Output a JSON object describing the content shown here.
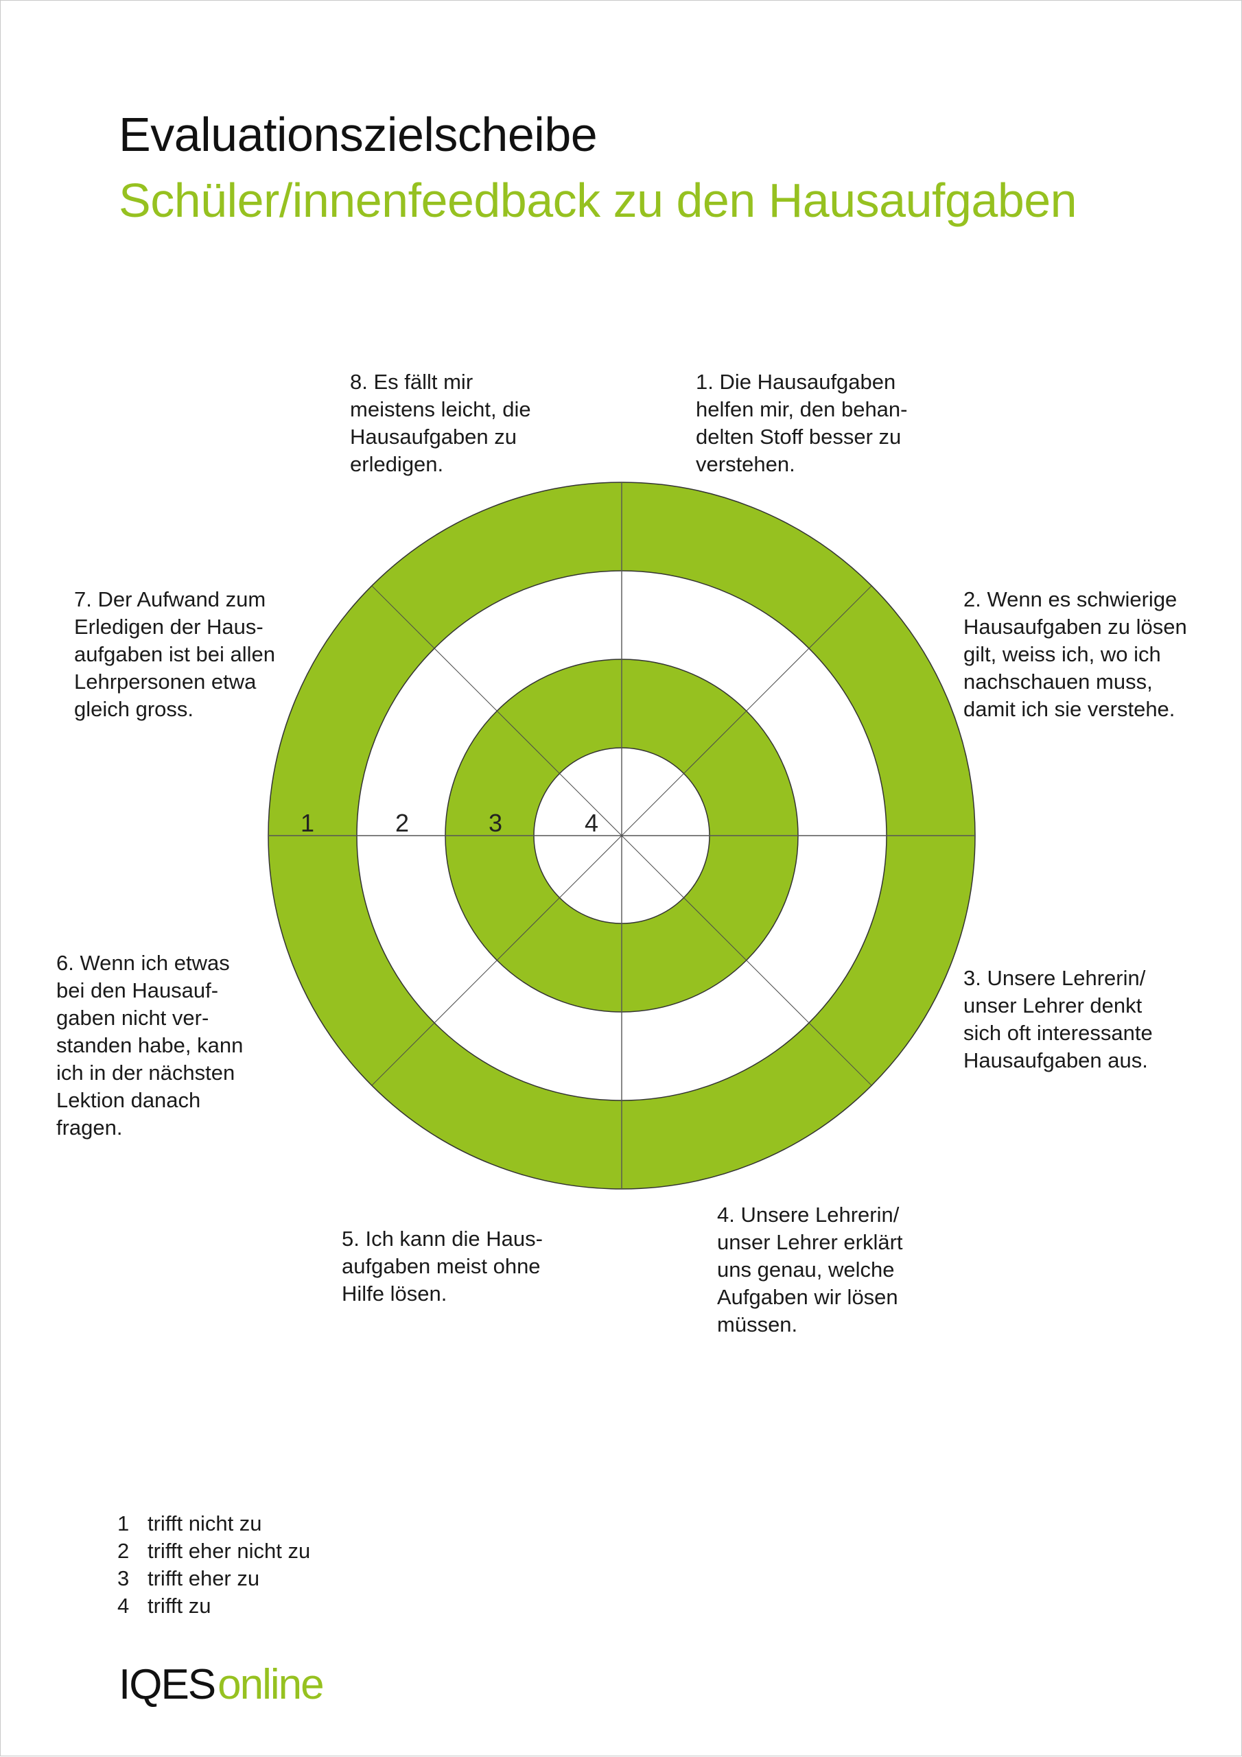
{
  "header": {
    "title": "Evaluationszielscheibe",
    "subtitle": "Schüler/innenfeedback zu den Hausaufgaben"
  },
  "statements": [
    "1. Die Hausaufgaben\nhelfen mir, den behan-\ndelten Stoff besser zu\nverstehen.",
    "2. Wenn es schwierige\nHausaufgaben zu lösen\ngilt, weiss ich, wo ich\nnachschauen muss,\ndamit ich sie verstehe.",
    "3. Unsere Lehrerin/\nunser Lehrer denkt\nsich oft interessante\nHausaufgaben aus.",
    "4. Unsere Lehrerin/\nunser Lehrer erklärt\nuns genau, welche\nAufgaben wir lösen\nmüssen.",
    "5. Ich kann die Haus-\naufgaben meist ohne\nHilfe lösen.",
    "6. Wenn ich etwas\nbei den Hausauf-\ngaben nicht ver-\nstanden habe, kann\nich in der nächsten\nLektion danach\nfragen.",
    "7. Der Aufwand zum\nErledigen der Haus-\naufgaben ist bei allen\nLehrpersonen etwa\ngleich gross.",
    "8. Es fällt mir\nmeistens leicht, die\nHausaufgaben zu\nerledigen."
  ],
  "target": {
    "scale_labels": [
      "1",
      "2",
      "3",
      "4"
    ],
    "ring_colors": [
      "#96c120",
      "#ffffff",
      "#96c120",
      "#ffffff"
    ],
    "segments": 8
  },
  "legend": [
    {
      "num": "1",
      "label": "trifft nicht zu"
    },
    {
      "num": "2",
      "label": "trifft eher nicht zu"
    },
    {
      "num": "3",
      "label": "trifft eher zu"
    },
    {
      "num": "4",
      "label": "trifft zu"
    }
  ],
  "logo": {
    "part1": "IQES",
    "part2": "online"
  },
  "colors": {
    "accent": "#96c120",
    "text": "#111111"
  }
}
